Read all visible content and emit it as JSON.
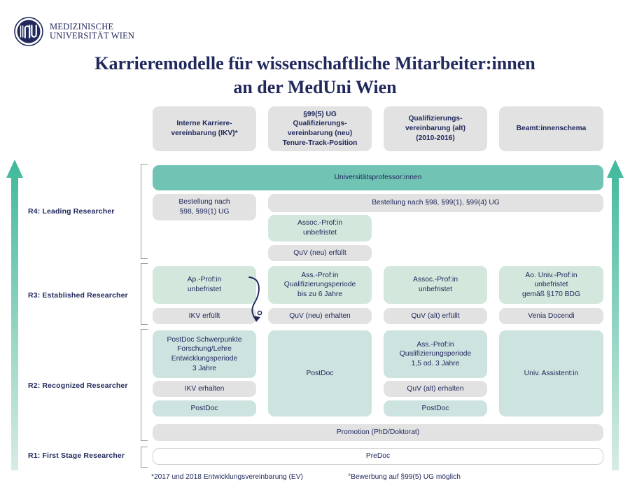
{
  "brand": {
    "logo_line1": "MEDIZINISCHE",
    "logo_line2": "UNIVERSITÄT WIEN",
    "navy": "#21295c"
  },
  "title": {
    "line1": "Karrieremodelle für wissenschaftliche Mitarbeiter:innen",
    "line2": "an der MedUni Wien"
  },
  "colors": {
    "teal_strong": "#71c3b4",
    "green_light": "#d3e7dc",
    "blue_green_light": "#cde3e0",
    "grey": "#e2e2e2",
    "arrow_top": "#3fb99b",
    "arrow_bottom": "#d8ece4"
  },
  "columns": [
    {
      "id": "ikv",
      "label": "Interne Karriere-\nvereinbarung (IKV)*"
    },
    {
      "id": "qv_neu",
      "label": "§99(5) UG\nQualifizierungs-\nvereinbarung (neu)\nTenure-Track-Position"
    },
    {
      "id": "qv_alt",
      "label": "Qualifizierungs-\nvereinbarung (alt)\n(2010-2016)"
    },
    {
      "id": "beamte",
      "label": "Beamt:innenschema"
    }
  ],
  "row_labels": [
    {
      "id": "r4",
      "label": "R4: Leading Researcher"
    },
    {
      "id": "r3",
      "label": "R3: Established Researcher"
    },
    {
      "id": "r2",
      "label": "R2: Recognized Researcher"
    },
    {
      "id": "r1",
      "label": "R1: First Stage Researcher"
    }
  ],
  "boxes": {
    "r4_full": "Universitätsprofessor:innen",
    "r4_c1": "Bestellung nach\n§98, §99(1) UG",
    "r4_span": "Bestellung nach §98, §99(1), §99(4) UG",
    "r4_assoc": "Assoc.-Prof:in\nunbefristet",
    "r4_quv_neu": "QuV (neu) erfüllt",
    "r3_c1": "Ap.-Prof:in\nunbefristet",
    "r3_c1_sub": "IKV erfüllt",
    "r3_c2": "Ass.-Prof:in\nQualifizierungsperiode\nbis zu 6 Jahre",
    "r3_c2_sub": "QuV (neu) erhalten",
    "r3_c3": "Assoc.-Prof:in\nunbefristet",
    "r3_c3_sub": "QuV (alt) erfüllt",
    "r3_c4": "Ao. Univ.-Prof:in\nunbefristet\ngemäß §170 BDG",
    "r3_c4_sub": "Venia Docendi",
    "r2_c1": "PostDoc Schwerpunkte\nForschung/Lehre\nEntwicklungsperiode\n3 Jahre",
    "r2_c1_sub1": "IKV erhalten",
    "r2_c1_sub2": "PostDoc",
    "r2_c2": "PostDoc",
    "r2_c3": "Ass.-Prof:in\nQualifizierungsperiode\n1,5 od. 3 Jahre",
    "r2_c3_sub1": "QuV (alt) erhalten",
    "r2_c3_sub2": "PostDoc",
    "r2_c4": "Univ. Assistent:in",
    "promotion": "Promotion (PhD/Doktorat)",
    "predoc": "PreDoc"
  },
  "footnotes": {
    "a": "*2017 und 2018 Entwicklungsvereinbarung (EV)",
    "b": "°Bewerbung auf §99(5) UG möglich"
  }
}
